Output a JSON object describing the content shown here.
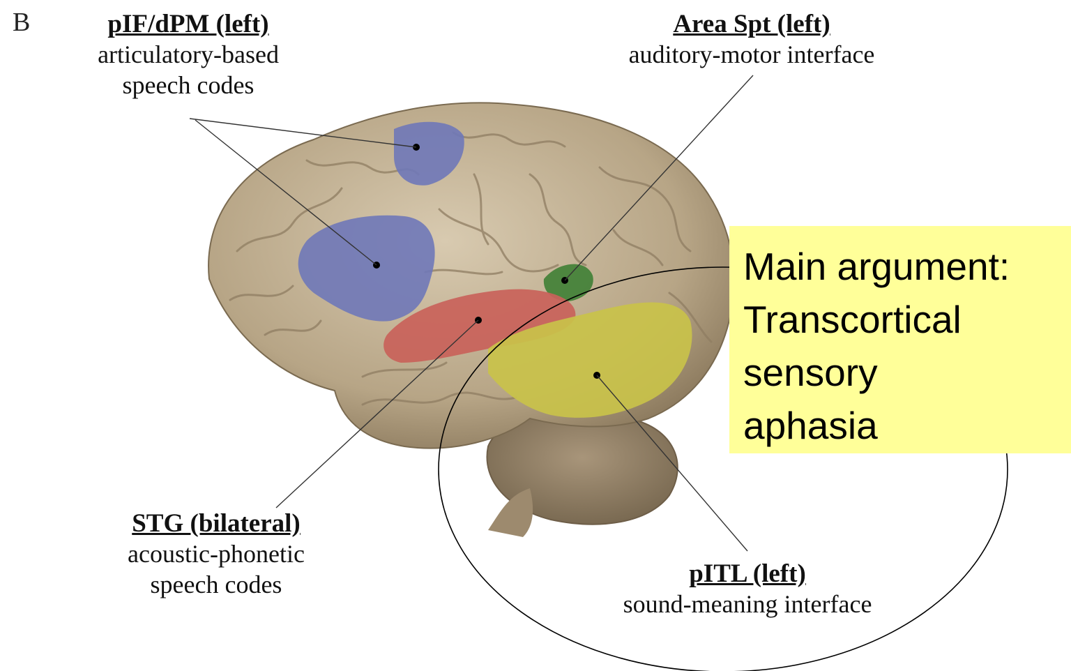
{
  "panel_letter": "B",
  "labels": [
    {
      "id": "pif",
      "title": "pIF/dPM (left)",
      "desc": [
        "articulatory-based",
        "speech codes"
      ],
      "color": "#6f78b8"
    },
    {
      "id": "spt",
      "title": "Area Spt (left)",
      "desc": [
        "auditory-motor interface"
      ],
      "color": "#3f7f35"
    },
    {
      "id": "stg",
      "title": "STG (bilateral)",
      "desc": [
        "acoustic-phonetic",
        "speech codes"
      ],
      "color": "#c9625a"
    },
    {
      "id": "pitl",
      "title": "pITL (left)",
      "desc": [
        "sound-meaning interface"
      ],
      "color": "#c9c24a"
    }
  ],
  "callout": {
    "lines": [
      "Main argument:",
      "Transcortical",
      "sensory",
      "aphasia"
    ],
    "background": "#ffff99"
  }
}
